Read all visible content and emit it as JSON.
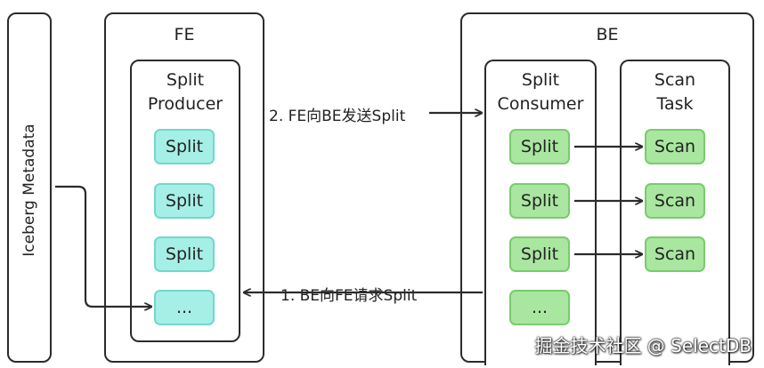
{
  "iceberg": {
    "label": "Iceberg Metadata"
  },
  "fe": {
    "title": "FE",
    "producer": {
      "title_line1": "Split",
      "title_line2": "Producer"
    },
    "splits": [
      "Split",
      "Split",
      "Split",
      "..."
    ]
  },
  "be": {
    "title": "BE",
    "consumer": {
      "title_line1": "Split",
      "title_line2": "Consumer"
    },
    "consumer_splits": [
      "Split",
      "Split",
      "Split",
      "..."
    ],
    "scan_task": {
      "title_line1": "Scan",
      "title_line2": "Task"
    },
    "scans": [
      "Scan",
      "Scan",
      "Scan"
    ]
  },
  "arrows": {
    "fe_to_be": "2. FE向BE发送Split",
    "be_to_fe": "1. BE向FE请求Split"
  },
  "watermark": "掘金技术社区 @ SelectDB"
}
